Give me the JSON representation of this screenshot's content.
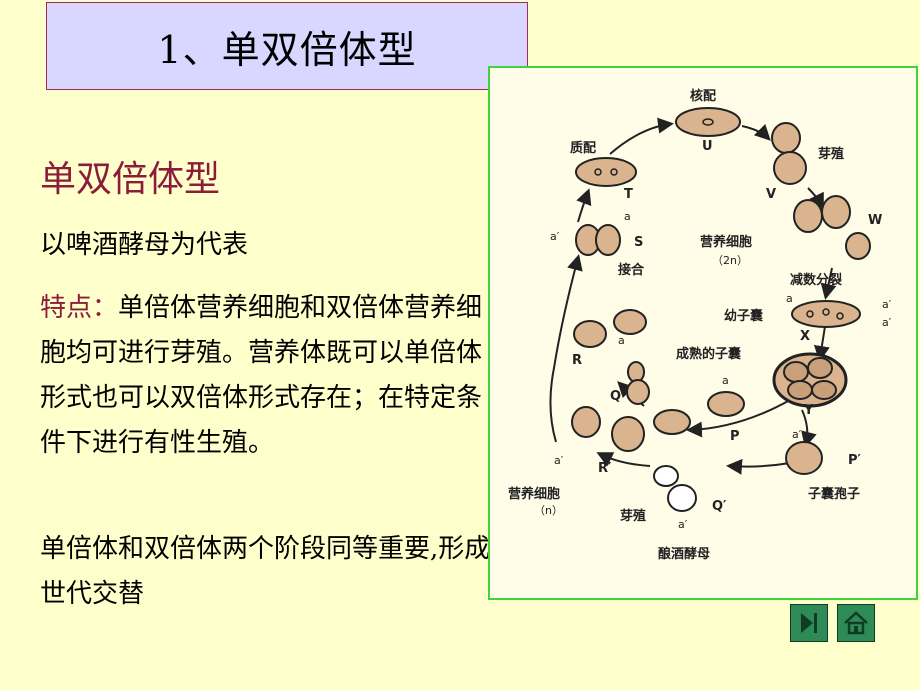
{
  "slide": {
    "title": "1、单双倍体型",
    "subheading": "单双倍体型",
    "intro": "以啤酒酵母为代表",
    "features_label": "特点：",
    "features_text": "单倍体营养细胞和双倍体营养细胞均可进行芽殖。营养体既可以单倍体形式也可以双倍体形式存在；在特定条件下进行有性生殖。",
    "summary": "单倍体和双倍体两个阶段同等重要,形成世代交替"
  },
  "diagram": {
    "labels": {
      "karyogamy": "核配",
      "plasmogamy": "质配",
      "budding_top": "芽殖",
      "vegetative_diploid": "营养细胞",
      "diploid_note": "（2n）",
      "conjugation": "接合",
      "meiosis": "减数分裂",
      "young_ascus": "幼子囊",
      "mature_ascus": "成熟的子囊",
      "ascospore": "子囊孢子",
      "vegetative_haploid": "营养细胞",
      "haploid_note": "（n）",
      "budding_bottom": "芽殖",
      "caption": "酿酒酵母"
    },
    "letters": {
      "U": "U",
      "V": "V",
      "W": "W",
      "T": "T",
      "S": "S",
      "X": "X",
      "Y": "Y",
      "R": "R",
      "Q": "Q",
      "P": "P",
      "P2": "P′",
      "R2": "R′",
      "Q2": "Q′",
      "a": "a",
      "a_prime": "a′"
    }
  },
  "nav": {
    "end_icon": "skip-to-end-icon",
    "home_icon": "home-icon"
  },
  "colors": {
    "background": "#ffffcc",
    "title_bg": "#d9d6ff",
    "accent": "#8b1c3a",
    "diagram_border": "#3ed43e",
    "cell_fill": "#d9b48f",
    "nav_button": "#2e8b57"
  }
}
